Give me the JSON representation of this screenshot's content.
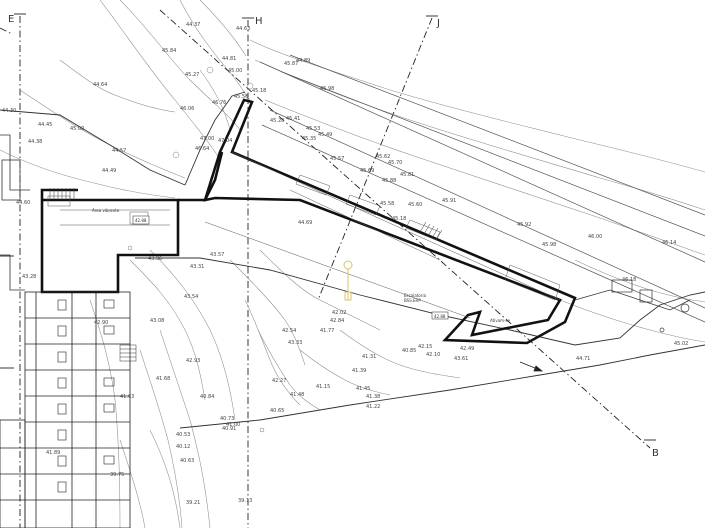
{
  "axes": [
    "E",
    "H",
    "J",
    "B"
  ],
  "rooms": {
    "area_left": "Área vibrante",
    "hall_left": "42.88",
    "central": "Escalatoria",
    "central_sub": "BSS.ERP",
    "central_level": "42.88",
    "right": "Ativam-se"
  },
  "elevations": [
    "44.37",
    "44.63",
    "44.81",
    "45.84",
    "45.00",
    "45.27",
    "45.87",
    "44.89",
    "44.64",
    "45.18",
    "45.56",
    "45.98",
    "46.06",
    "46.76",
    "47.00",
    "46.64",
    "47.04",
    "45.28",
    "45.41",
    "45.53",
    "45.49",
    "45.35",
    "45.57",
    "45.62",
    "45.70",
    "45.88",
    "45.81",
    "45.69",
    "45.58",
    "45.60",
    "45.91",
    "45.92",
    "46.00",
    "45.98",
    "46.14",
    "45.18",
    "44.30",
    "44.45",
    "44.38",
    "44.57",
    "44.49",
    "45.00",
    "44.60",
    "43.28",
    "43.31",
    "43.54",
    "43.08",
    "42.90",
    "42.93",
    "43.33",
    "42.54",
    "42.84",
    "41.77",
    "42.02",
    "42.27",
    "41.68",
    "41.63",
    "41.45",
    "41.38",
    "41.39",
    "41.31",
    "41.15",
    "41.22",
    "40.65",
    "40.84",
    "40.73",
    "40.12",
    "40.53",
    "39.75",
    "39.21",
    "39.13",
    "40.63",
    "41.00",
    "41.89",
    "42.10",
    "42.15",
    "42.49",
    "43.61",
    "46.18",
    "45.02",
    "44.71",
    "43.36",
    "43.57",
    "44.69",
    "40.91",
    "41.48",
    "40.85"
  ]
}
